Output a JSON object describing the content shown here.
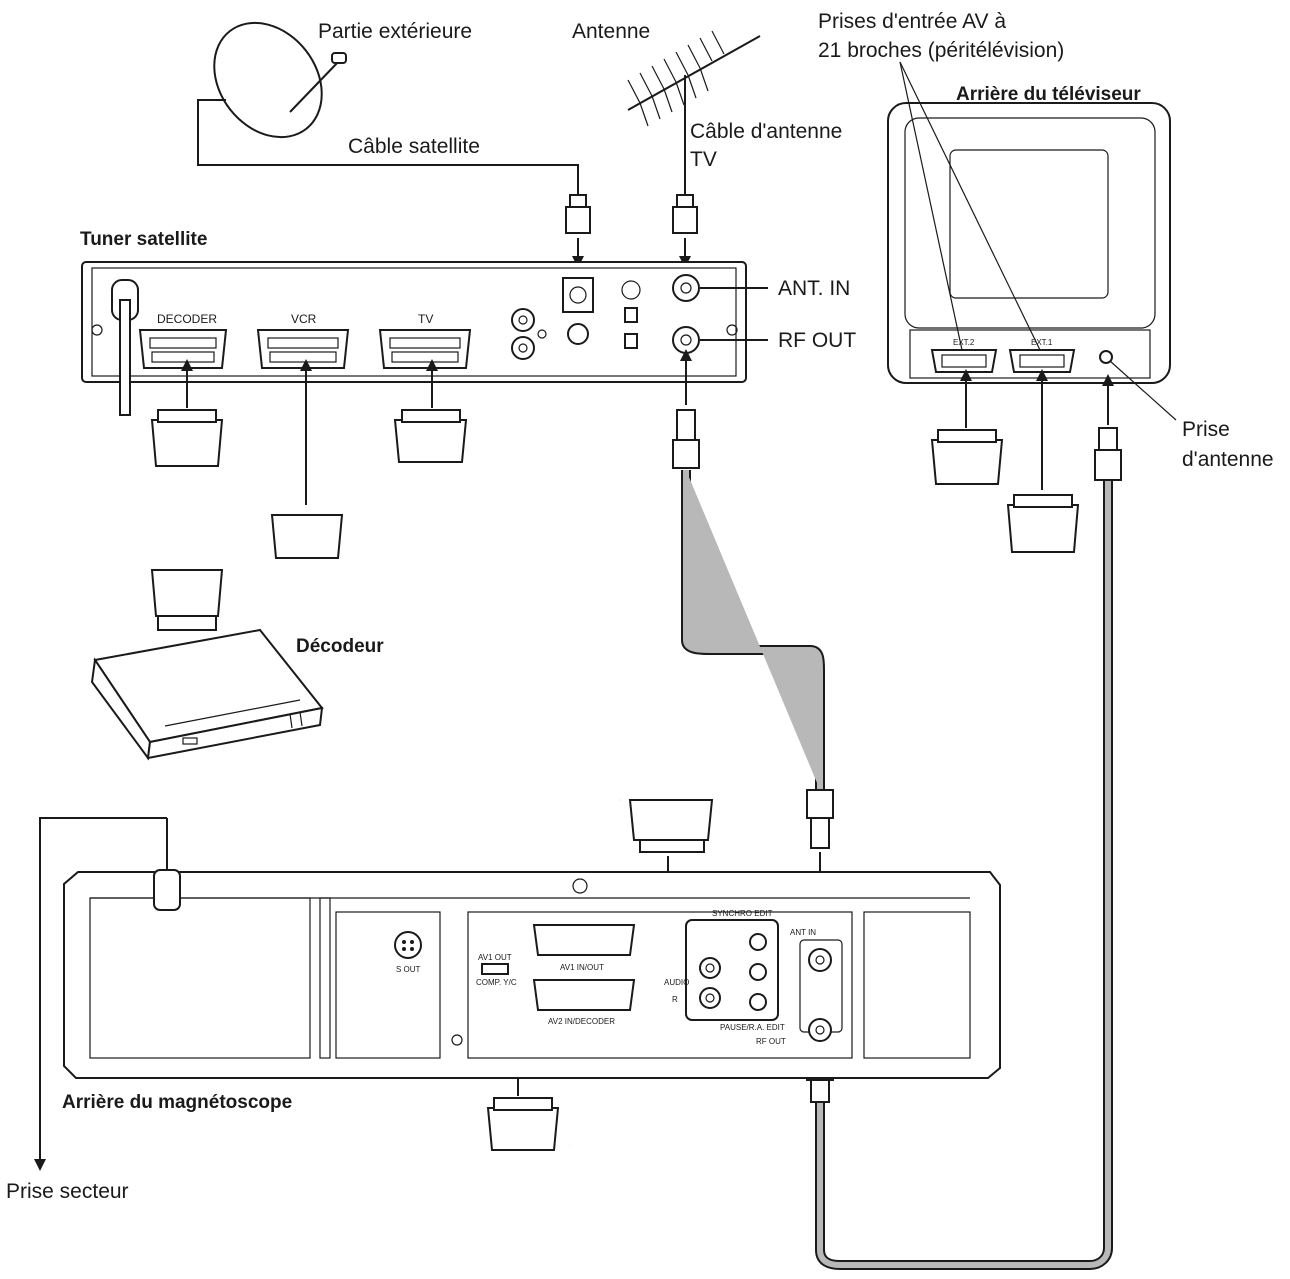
{
  "labels": {
    "outdoor_unit": "Partie extérieure",
    "antenna": "Antenne",
    "av_inputs_line1": "Prises d'entrée AV à",
    "av_inputs_line2": "21 broches (péritélévision)",
    "tv_rear": "Arrière du téléviseur",
    "satellite_cable": "Câble satellite",
    "tv_antenna_cable_line1": "Câble d'antenne",
    "tv_antenna_cable_line2": "TV",
    "satellite_tuner": "Tuner satellite",
    "ant_in": "ANT. IN",
    "rf_out": "RF OUT",
    "antenna_socket_line1": "Prise",
    "antenna_socket_line2": "d'antenne",
    "decoder_device": "Décodeur",
    "vcr_rear": "Arrière du magnétoscope",
    "mains_socket": "Prise secteur"
  },
  "tuner_ports": {
    "decoder": "DECODER",
    "vcr": "VCR",
    "tv": "TV"
  },
  "tv_ports": {
    "ext2": "EXT.2",
    "ext1": "EXT.1"
  },
  "vcr_ports": {
    "s_out": "S OUT",
    "av1_out": "AV1 OUT",
    "comp_ya": "COMP. Y/C",
    "av1_inout": "AV1 IN/OUT",
    "av2_indecoder": "AV2 IN/DECODER",
    "synchro_edit": "SYNCHRO EDIT",
    "pause_ra_edit": "PAUSE/R.A. EDIT",
    "ant_in": "ANT IN",
    "rf_out": "RF OUT",
    "audio": "AUDIO",
    "r": "R"
  }
}
